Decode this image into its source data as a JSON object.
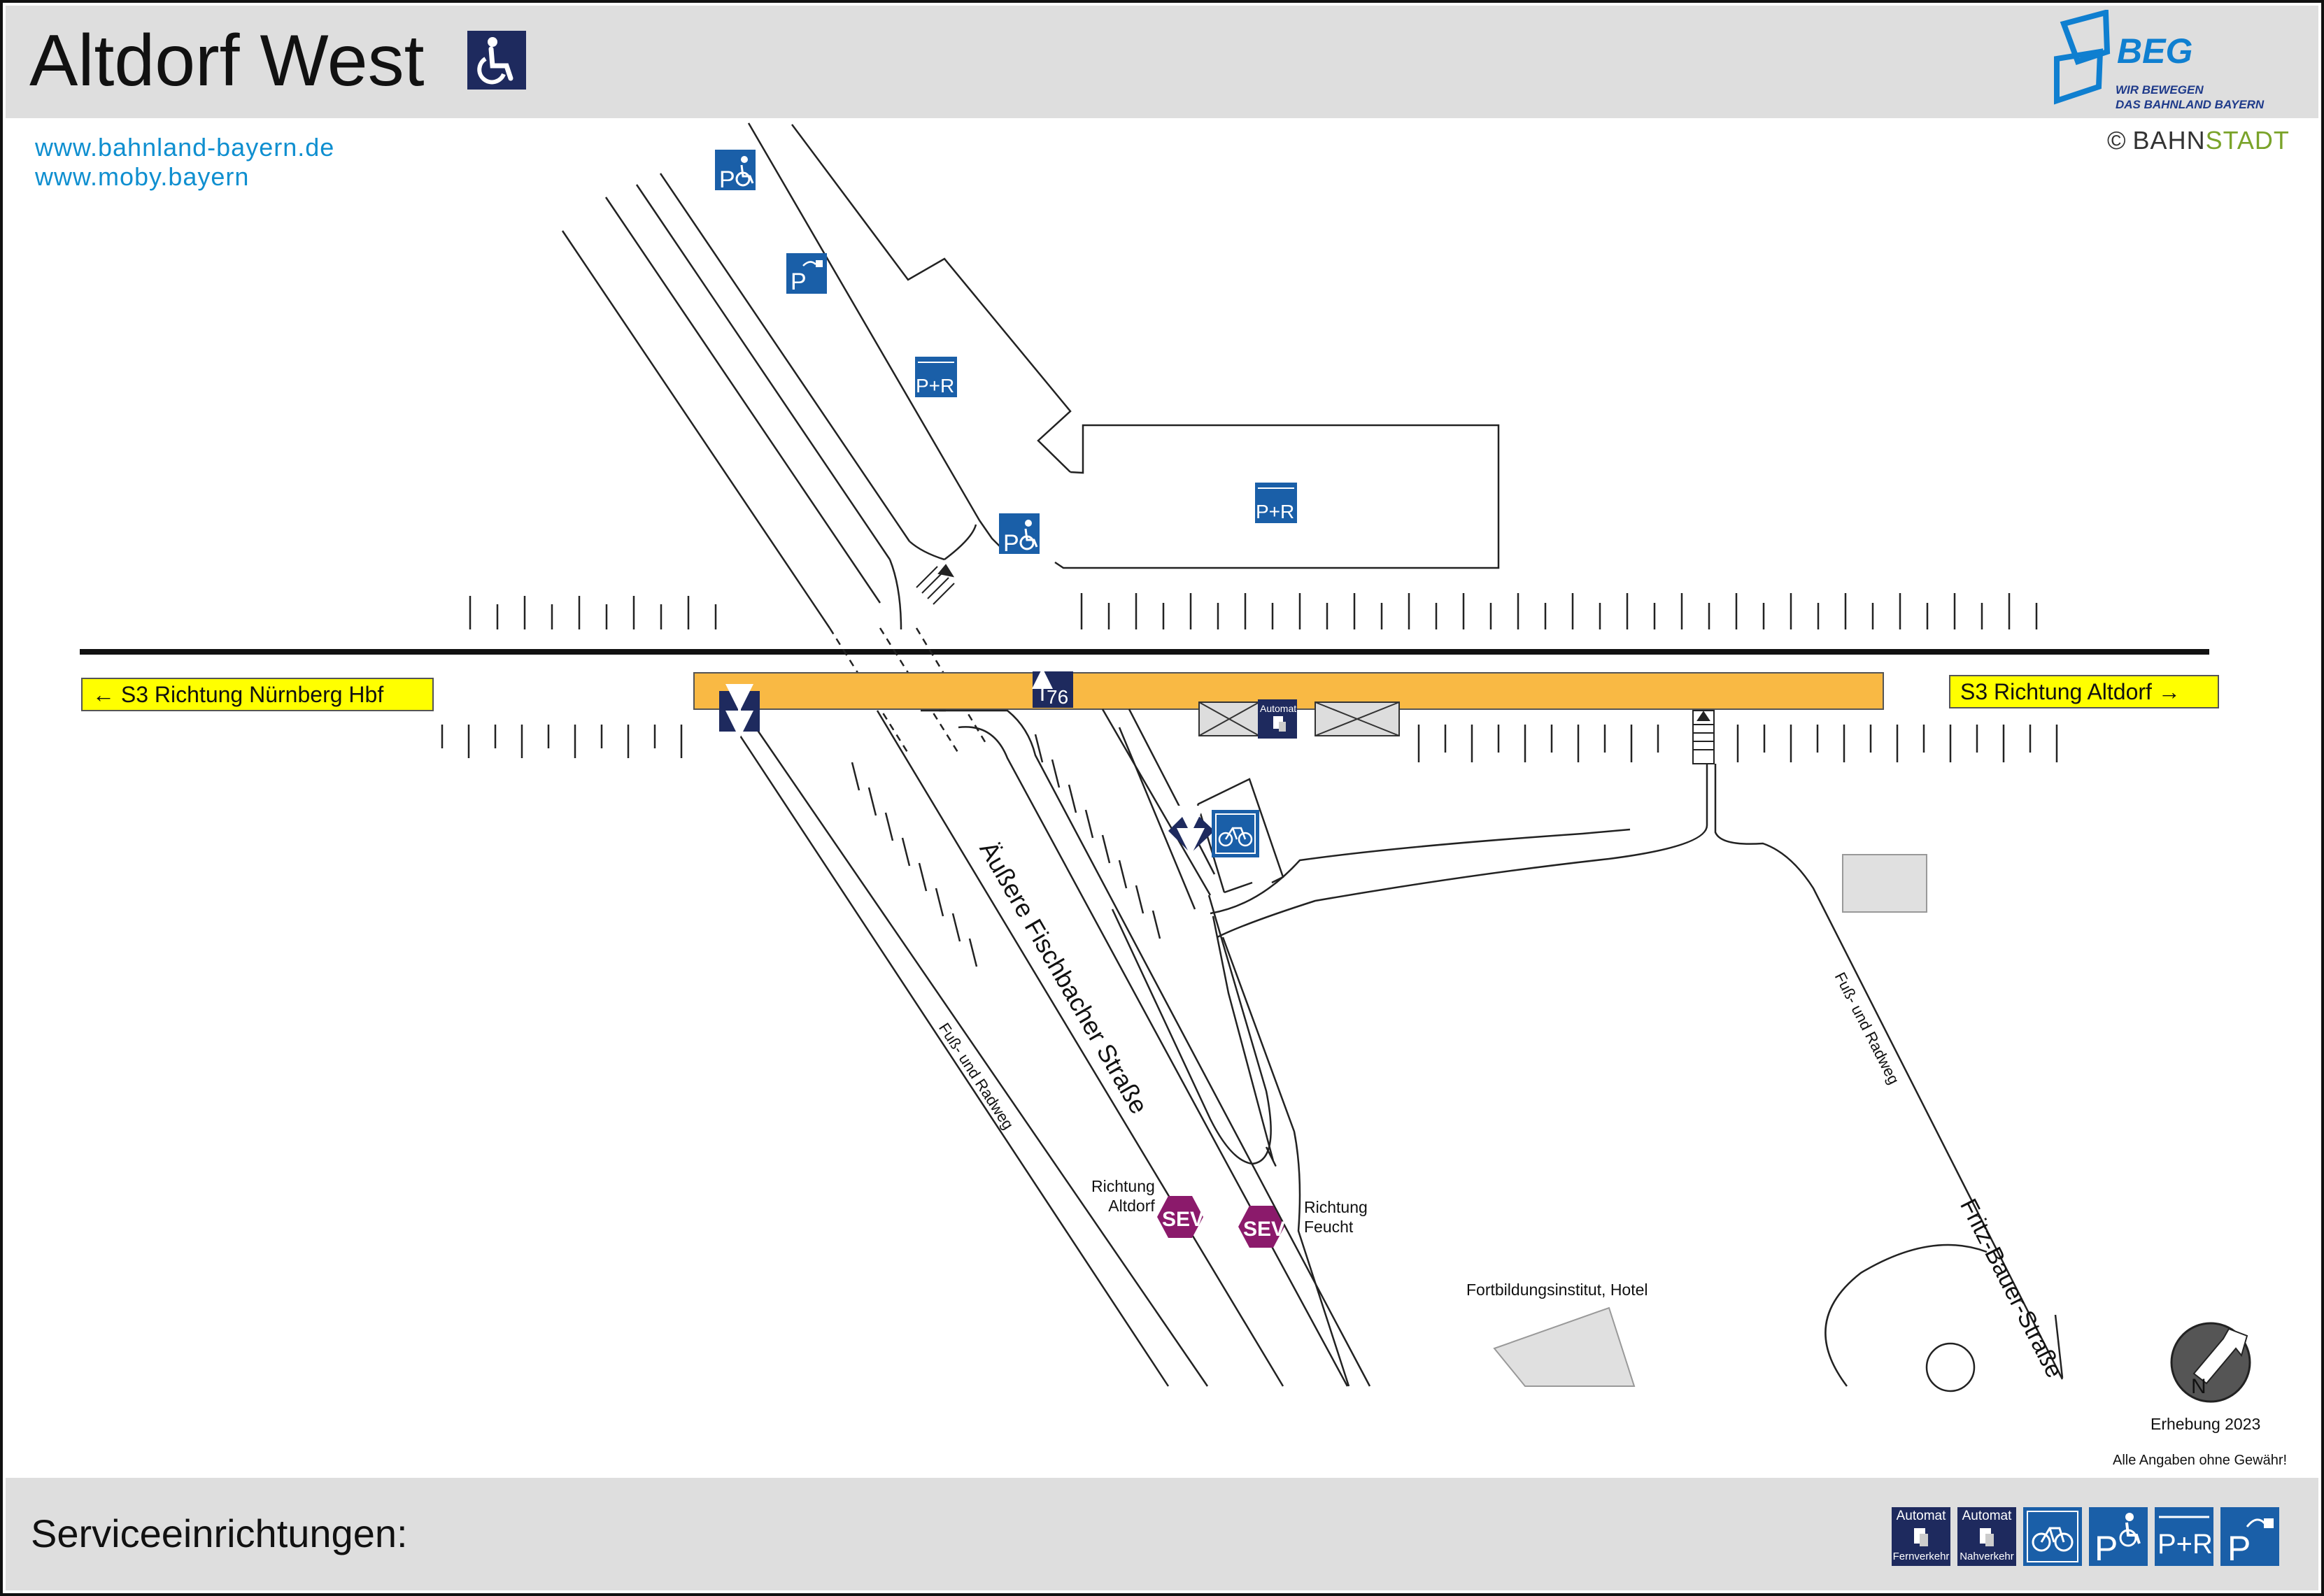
{
  "station": {
    "name": "Altdorf West"
  },
  "links": [
    "www.bahnland-bayern.de",
    "www.moby.bayern"
  ],
  "logo": {
    "name": "BEG",
    "slogan_1": "WIR BEWEGEN",
    "slogan_2": "DAS BAHNLAND BAYERN"
  },
  "copyright": {
    "symbol": "©",
    "part_1": "BAHN",
    "part_2": "STADT"
  },
  "directions": {
    "left": "S3 Richtung Nürnberg Hbf",
    "right": "S3 Richtung Altdorf",
    "left_arrow": "←",
    "right_arrow": "→"
  },
  "platform": {
    "track_number": "76"
  },
  "streets": {
    "main": "Äußere Fischbacher Straße",
    "side": "Fritz-Bauer-Straße",
    "path_1": "Fuß- und Radweg",
    "path_2": "Fuß- und Radweg"
  },
  "bus": {
    "label": "SEV",
    "left_line1": "Richtung",
    "left_line2": "Altdorf",
    "right_line1": "Richtung",
    "right_line2": "Feucht"
  },
  "poi": {
    "institute": "Fortbildungsinstitut, Hotel"
  },
  "ticket_machine": {
    "label": "Automat"
  },
  "survey": "Erhebung 2023",
  "disclaimer": "Alle Angaben ohne Gewähr!",
  "compass": {
    "letter": "N"
  },
  "services": {
    "label": "Serviceeinrichtungen:",
    "items": [
      {
        "title": "Automat",
        "subtitle": "Fernverkehr"
      },
      {
        "title": "Automat",
        "subtitle": "Nahverkehr"
      },
      {
        "icon": "bicycle-parking-icon"
      },
      {
        "icon": "disabled-parking-icon",
        "letter": "P"
      },
      {
        "icon": "park-and-ride-icon",
        "text": "P+R"
      },
      {
        "icon": "ev-charging-parking-icon",
        "letter": "P"
      }
    ]
  },
  "parking": {
    "pr": "P+R",
    "p": "P"
  },
  "colors": {
    "platform": "#f9b944",
    "icon_navy": "#1e2a5e",
    "icon_blue": "#1a5fa8",
    "sev": "#8b1a6b",
    "sign_yellow": "#ffff00",
    "link_blue": "#0f8fd0",
    "header_grey": "#dedede"
  }
}
